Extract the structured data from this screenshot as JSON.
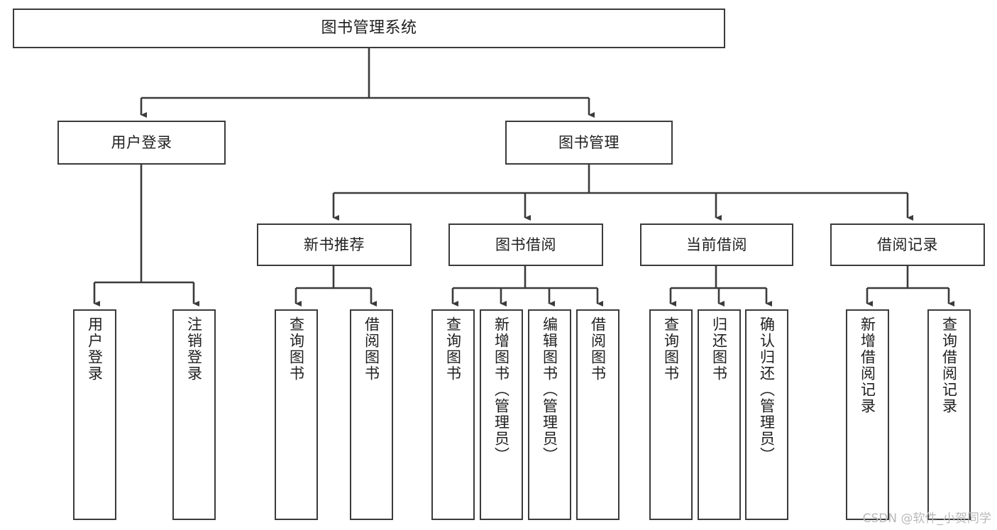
{
  "diagram": {
    "title": "图书管理系统",
    "type": "tree-hierarchy-chart",
    "watermark": "CSDN @软件_小贺同学",
    "stroke_color": "#3b3b3b",
    "fill_color": "#ffffff",
    "text_color": "#1f1f1f"
  },
  "nodes": {
    "root": {
      "label": "图书管理系统"
    },
    "level2": [
      {
        "label": "用户登录"
      },
      {
        "label": "图书管理"
      }
    ],
    "level3": [
      {
        "label": "新书推荐"
      },
      {
        "label": "图书借阅"
      },
      {
        "label": "当前借阅"
      },
      {
        "label": "借阅记录"
      }
    ],
    "leaves_user_login": [
      {
        "label": "用户登录"
      },
      {
        "label": "注销登录"
      }
    ],
    "leaves_new_book": [
      {
        "label": "查询图书"
      },
      {
        "label": "借阅图书"
      }
    ],
    "leaves_borrow": [
      {
        "label": "查询图书"
      },
      {
        "label": "新增图书（管理员）"
      },
      {
        "label": "编辑图书（管理员）"
      },
      {
        "label": "借阅图书"
      }
    ],
    "leaves_current": [
      {
        "label": "查询图书"
      },
      {
        "label": "归还图书"
      },
      {
        "label": "确认归还（管理员）"
      }
    ],
    "leaves_records": [
      {
        "label": "新增借阅记录"
      },
      {
        "label": "查询借阅记录"
      }
    ]
  }
}
